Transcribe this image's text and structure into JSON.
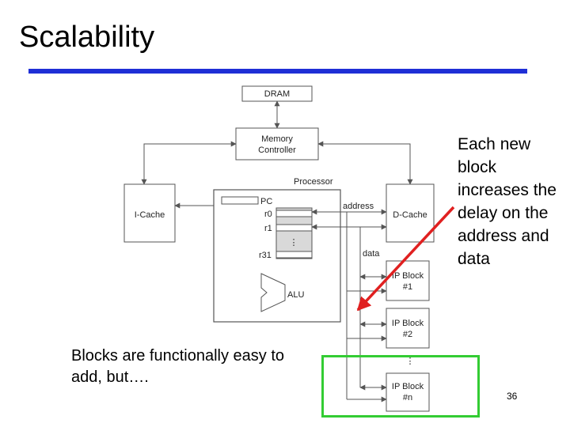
{
  "slide": {
    "title": "Scalability",
    "annotation_right": "Each new block increases the delay on the address and data",
    "annotation_left": "Blocks are functionally easy to add, but….",
    "page_number": "36",
    "accent_color": "#1f2fd6",
    "arrow_color": "#e02020",
    "highlight_color": "#33cc33"
  },
  "diagram": {
    "dram": "DRAM",
    "memory_controller": [
      "Memory",
      "Controller"
    ],
    "processor": "Processor",
    "icache": "I-Cache",
    "dcache": "D-Cache",
    "pc": "PC",
    "r0": "r0",
    "r1": "r1",
    "r31": "r31",
    "reg_ellipsis": "⋮",
    "alu": "ALU",
    "address": "address",
    "data": "data",
    "ip_block_1": [
      "IP Block",
      "#1"
    ],
    "ip_block_2": [
      "IP Block",
      "#2"
    ],
    "ip_block_n": [
      "IP Block",
      "#n"
    ],
    "ip_ellipsis": "⋮"
  }
}
